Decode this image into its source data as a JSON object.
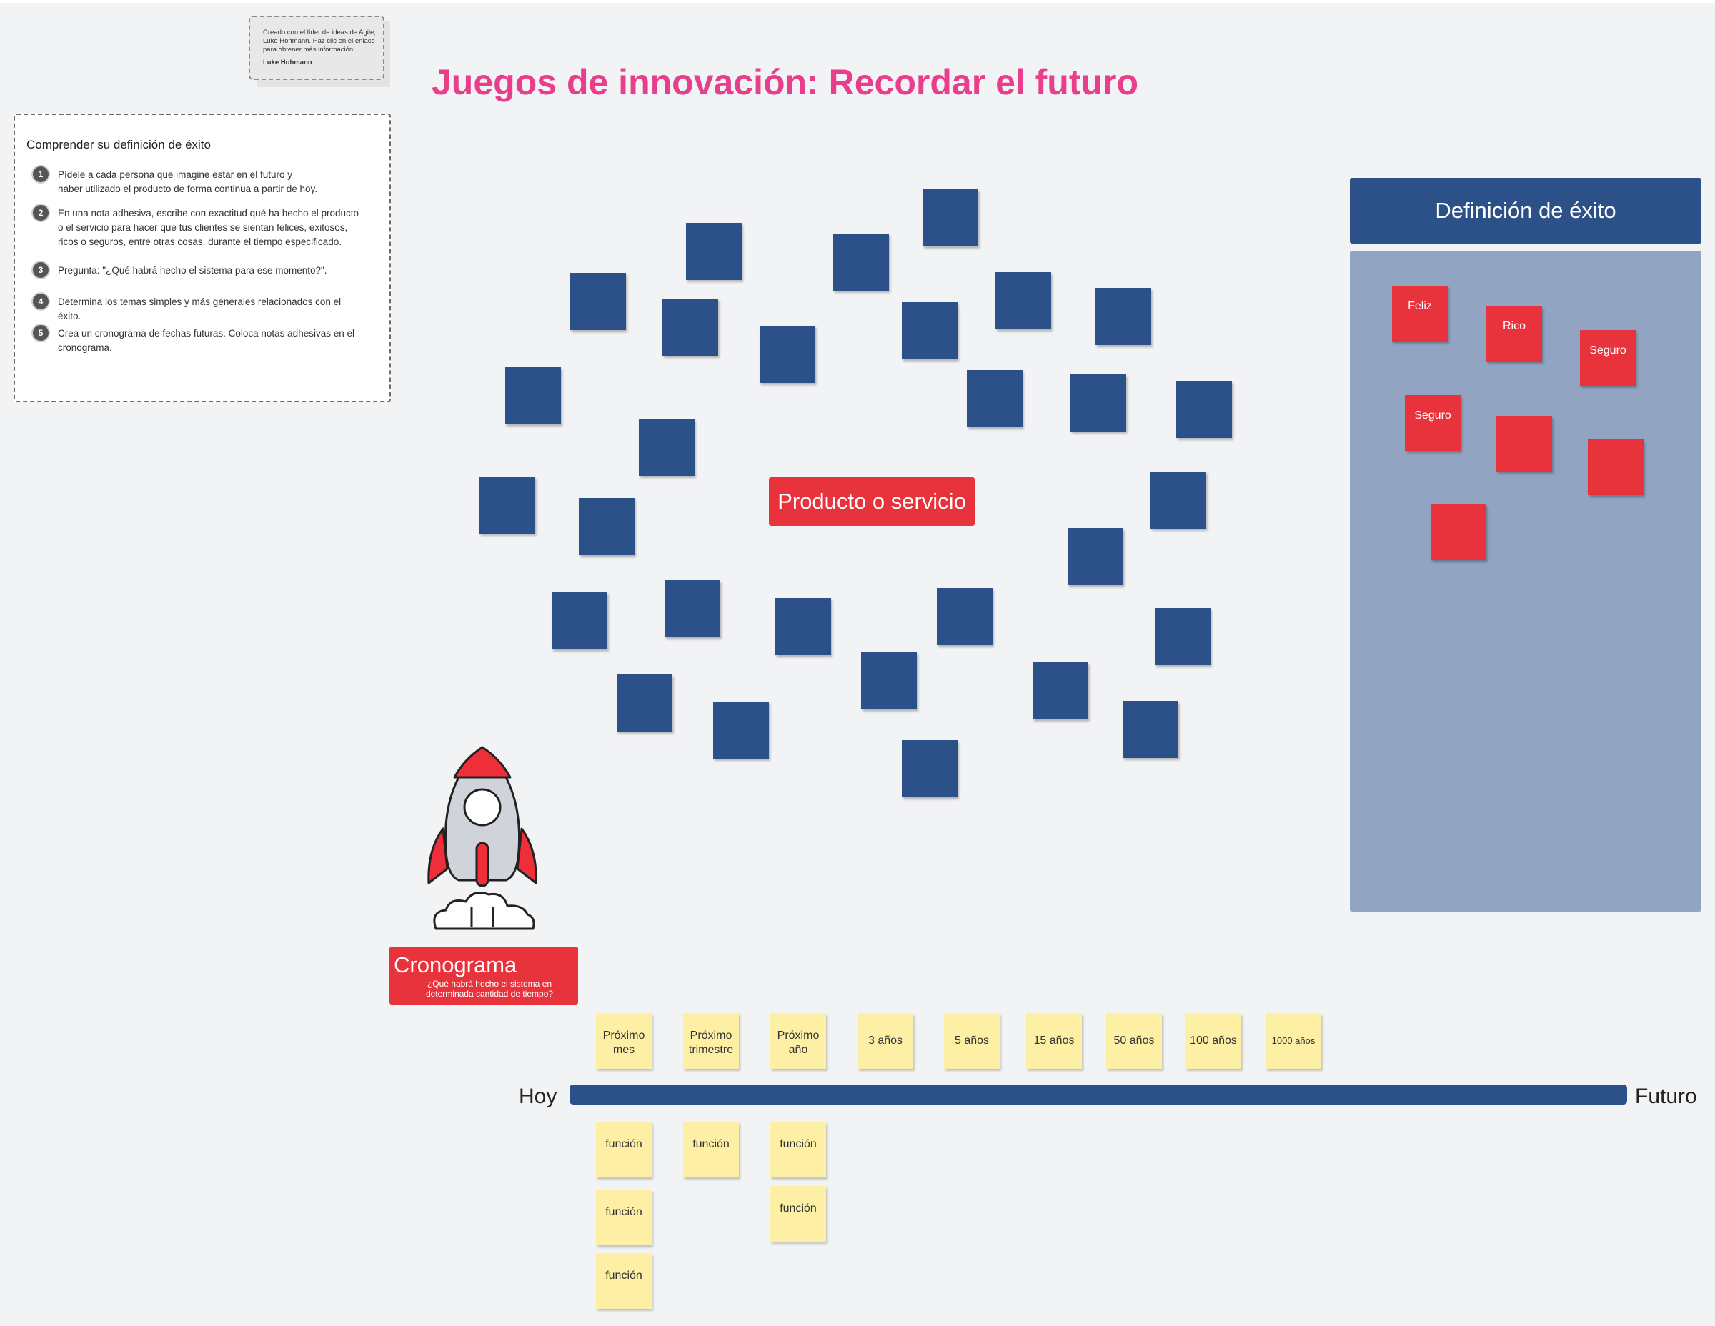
{
  "title": "Juegos de innovación: Recordar el futuro",
  "credit": {
    "text": "Creado con el líder de ideas de Agile, Luke Hohmann. Haz clic en el enlace para obtener más información.",
    "author": "Luke Hohmann"
  },
  "instructions": {
    "heading": "Comprender su definición de éxito",
    "steps": [
      {
        "num": "1",
        "text": "Pídele a cada persona que imagine estar en el futuro y haber utilizado el producto de forma continua a partir de hoy."
      },
      {
        "num": "2",
        "text": "En una nota adhesiva, escribe con exactitud qué ha hecho el producto o el servicio para hacer que tus clientes se sientan felices, exitosos, ricos o seguros, entre otras cosas, durante el tiempo especificado."
      },
      {
        "num": "3",
        "text": "Pregunta: \"¿Qué habrá hecho el sistema para ese momento?\"."
      },
      {
        "num": "4",
        "text": "Determina los temas simples y más generales relacionados con el éxito."
      },
      {
        "num": "5",
        "text": "Crea un cronograma de fechas futuras. Coloca notas adhesivas en el cronograma."
      }
    ]
  },
  "center_label": "Producto o servicio",
  "definition": {
    "header": "Definición de éxito",
    "notes": [
      "Feliz",
      "Rico",
      "Seguro",
      "Seguro",
      "",
      "",
      ""
    ]
  },
  "cronograma": {
    "title": "Cronograma",
    "subtitle": "¿Qué habrá hecho el sistema en determinada cantidad de tiempo?"
  },
  "timeline": {
    "start": "Hoy",
    "end": "Futuro",
    "periods": [
      "Próximo mes",
      "Próximo trimestre",
      "Próximo año",
      "3 años",
      "5 años",
      "15 años",
      "50 años",
      "100 años",
      "1000 años"
    ],
    "feature_label": "función"
  },
  "colors": {
    "title": "#e83e8c",
    "blue_note": "#2c5088",
    "red_note": "#e8333c",
    "yellow_note": "#fdf0a4",
    "panel": "#91a4c2"
  }
}
